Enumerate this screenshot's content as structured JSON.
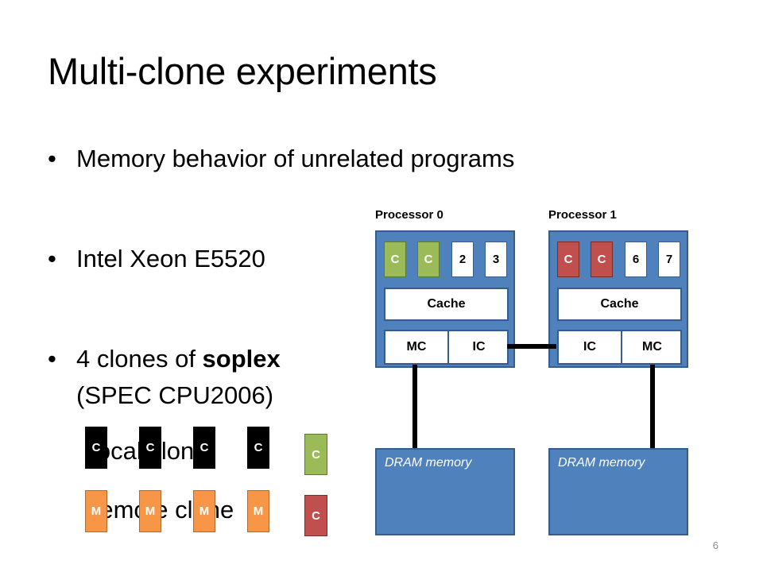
{
  "slide": {
    "title": "Multi-clone experiments",
    "page_number": "6"
  },
  "bullets": [
    {
      "text": "Memory behavior of unrelated programs"
    },
    {
      "text": "Intel Xeon E5520"
    },
    {
      "text_prefix": "4 clones of ",
      "text_bold": "soplex",
      "text_line2": "(SPEC CPU2006)"
    }
  ],
  "sub_items": {
    "local_label": "local clone",
    "remote_label": "remote clone"
  },
  "legend": {
    "black_chip": "C",
    "orange_chip": "M",
    "green_chip": "C",
    "red_chip": "C"
  },
  "diagram": {
    "processors": [
      {
        "label": "Processor 0",
        "cores": [
          "C",
          "C",
          "2",
          "3"
        ],
        "core_colors": [
          "green",
          "green",
          "core",
          "core"
        ],
        "cache": "Cache",
        "left_unit": "MC",
        "right_unit": "IC",
        "dram": "DRAM memory"
      },
      {
        "label": "Processor 1",
        "cores": [
          "C",
          "C",
          "6",
          "7"
        ],
        "core_colors": [
          "red",
          "red",
          "core",
          "core"
        ],
        "cache": "Cache",
        "left_unit": "IC",
        "right_unit": "MC",
        "dram": "DRAM memory"
      }
    ]
  },
  "colors": {
    "processor_blue": "#4f81bd",
    "border_blue": "#385d8a",
    "local_green": "#9bbb59",
    "remote_red": "#c0504d",
    "memory_orange": "#f79646"
  }
}
